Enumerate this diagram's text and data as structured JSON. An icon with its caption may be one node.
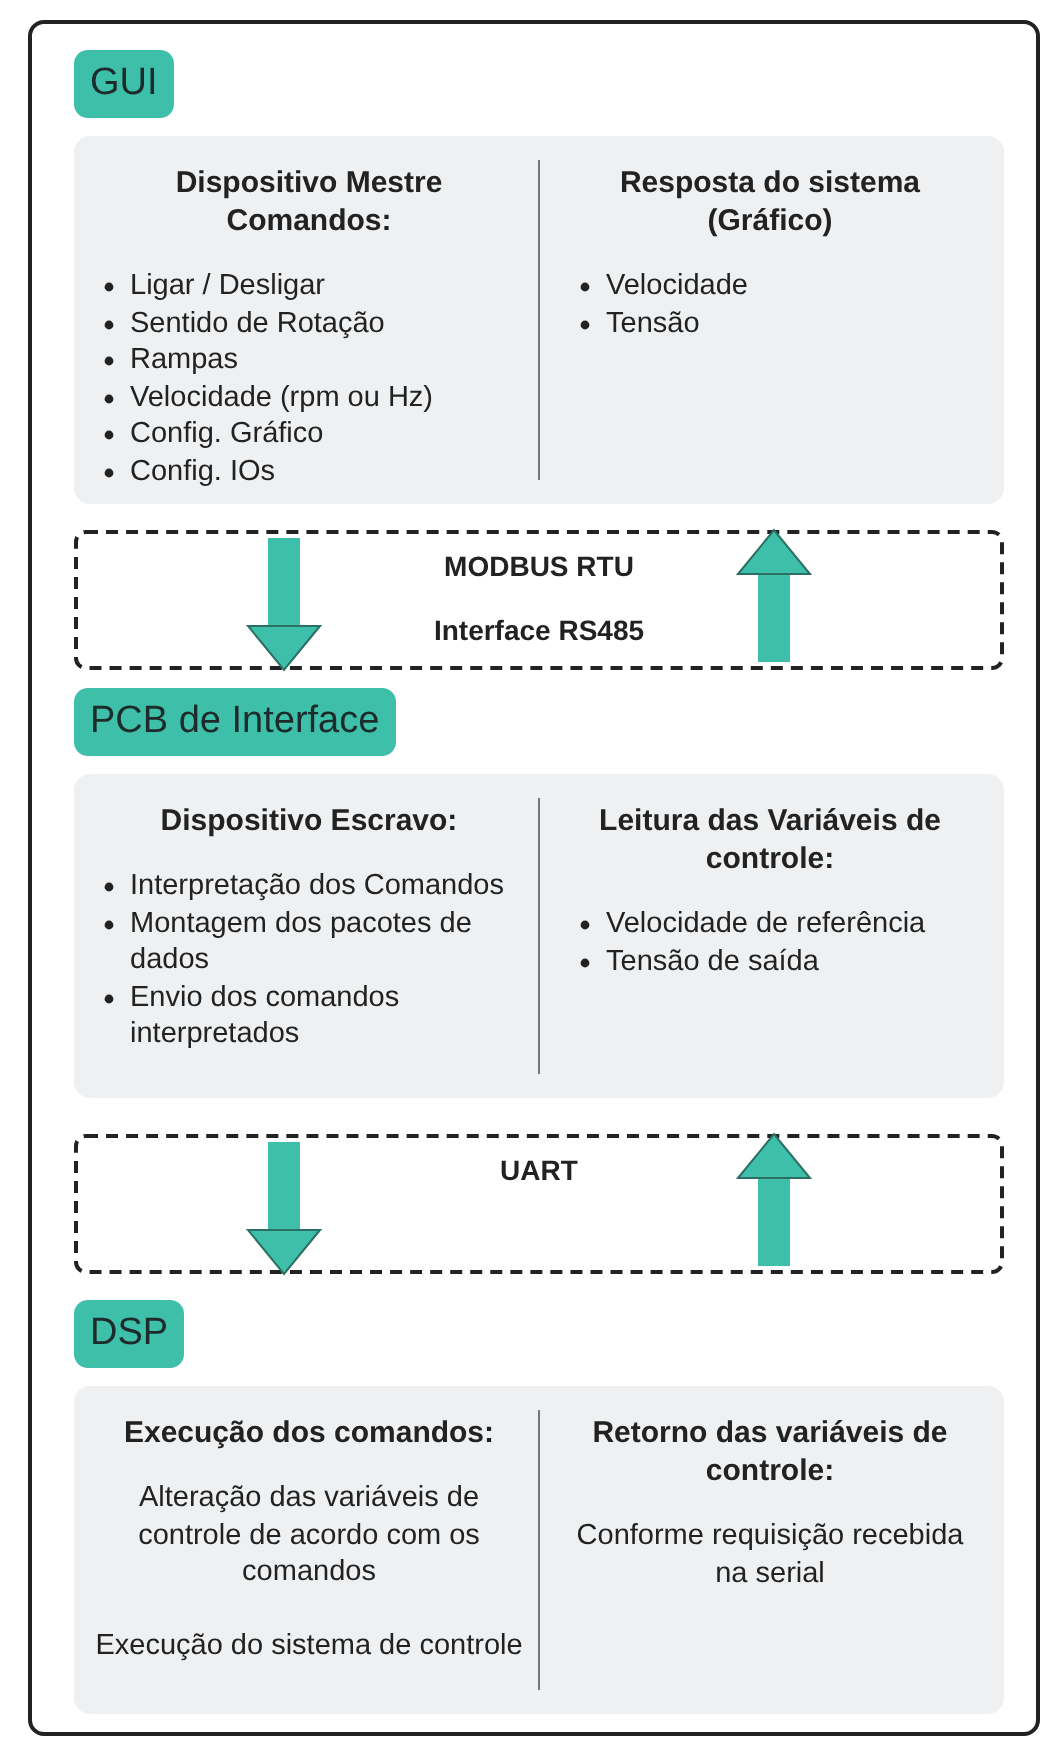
{
  "diagram": {
    "nodes": [
      {
        "text": [
          "GUI"
        ]
      },
      {
        "text": [
          "Dispositivo Mestre Comandos:",
          "Ligar / Desligar",
          "Sentido de Rotação",
          "Rampas",
          "Velocidade (rpm ou Hz)",
          "Config. Gráfico",
          "Config. IOs",
          "Resposta do sistema (Gráfico)",
          "Velocidade",
          "Tensão"
        ]
      },
      {
        "text": [
          "MODBUS RTU",
          "Interface RS485"
        ]
      },
      {
        "text": [
          "PCB de Interface"
        ]
      },
      {
        "text": [
          "Dispositivo Escravo:",
          "Interpretação dos Comandos",
          "Montagem dos pacotes de dados",
          "Envio dos comandos interpretados",
          "Leitura das Variáveis de controle:",
          "Velocidade de referência",
          "Tensão de saída"
        ]
      },
      {
        "text": [
          "UART"
        ]
      },
      {
        "text": [
          "DSP"
        ]
      },
      {
        "text": [
          "Execução dos comandos:",
          "Alteração das variáveis de controle de acordo com os comandos",
          "Execução do sistema de controle",
          "Retorno das variáveis de controle:",
          "Conforme requisição recebida na serial"
        ]
      }
    ],
    "edges": [
      {
        "from": null,
        "to": 2,
        "arrow": "to"
      },
      {
        "from": null,
        "to": 2,
        "arrow": "to"
      },
      {
        "from": null,
        "to": 5,
        "arrow": "to"
      },
      {
        "from": null,
        "to": 5,
        "arrow": "to"
      }
    ]
  }
}
